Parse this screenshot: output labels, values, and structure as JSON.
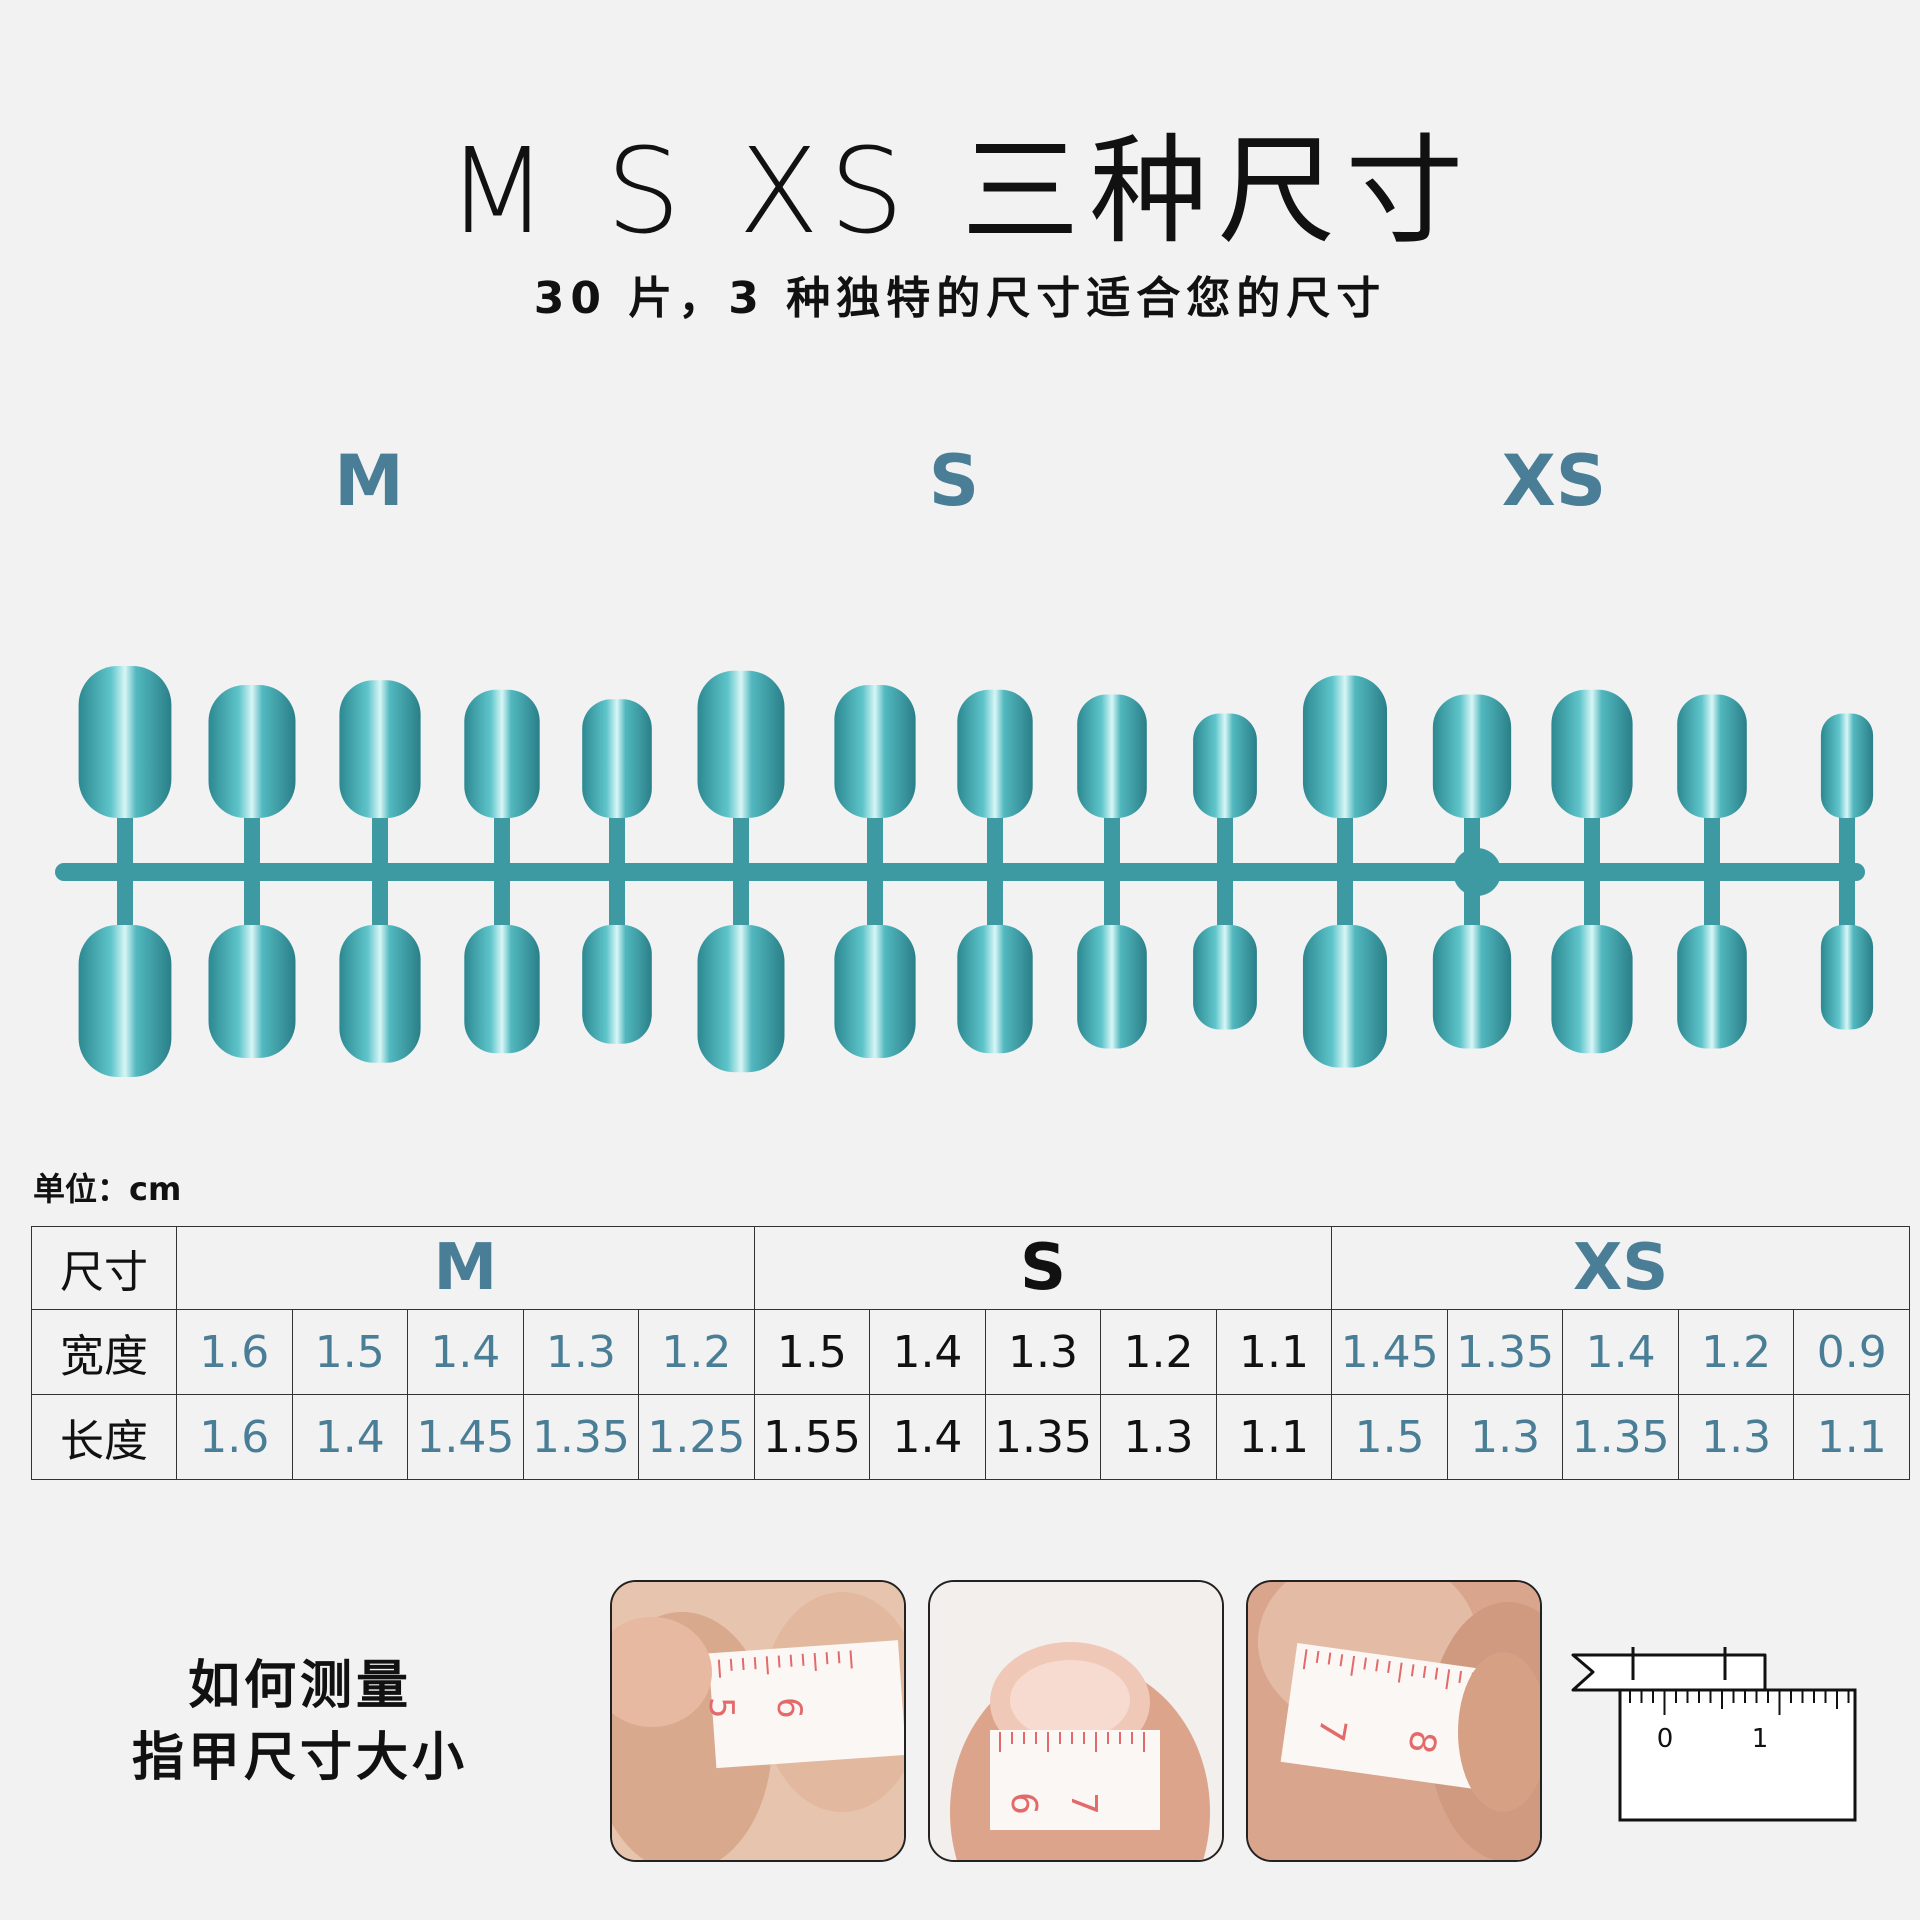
{
  "header": {
    "title": "M S XS 三种尺寸",
    "subtitle": "30 片，3 种独特的尺寸适合您的尺寸"
  },
  "groups": [
    {
      "label": "M"
    },
    {
      "label": "S"
    },
    {
      "label": "XS"
    }
  ],
  "colors": {
    "accent": "#4a7e96",
    "nail": "#3fa6ad",
    "text": "#111111"
  },
  "unit_label": "单位：cm",
  "table": {
    "corner": "尺寸",
    "rows": [
      {
        "label": "宽度",
        "values": [
          "1.6",
          "1.5",
          "1.4",
          "1.3",
          "1.2",
          "1.5",
          "1.4",
          "1.3",
          "1.2",
          "1.1",
          "1.45",
          "1.35",
          "1.4",
          "1.2",
          "0.9"
        ]
      },
      {
        "label": "长度",
        "values": [
          "1.6",
          "1.4",
          "1.45",
          "1.35",
          "1.25",
          "1.55",
          "1.4",
          "1.35",
          "1.3",
          "1.1",
          "1.5",
          "1.3",
          "1.35",
          "1.3",
          "1.1"
        ]
      }
    ]
  },
  "howto": {
    "line1": "如何测量",
    "line2": "指甲尺寸大小"
  },
  "photos": [
    {
      "name": "thumb-tape-photo",
      "tape_digits": [
        "5",
        "6"
      ]
    },
    {
      "name": "nail-tape-photo",
      "tape_digits": [
        "6",
        "7"
      ]
    },
    {
      "name": "finger-tape-photo",
      "tape_digits": [
        "7",
        "8"
      ]
    }
  ],
  "ruler": {
    "ticks": [
      "0",
      "1"
    ]
  }
}
